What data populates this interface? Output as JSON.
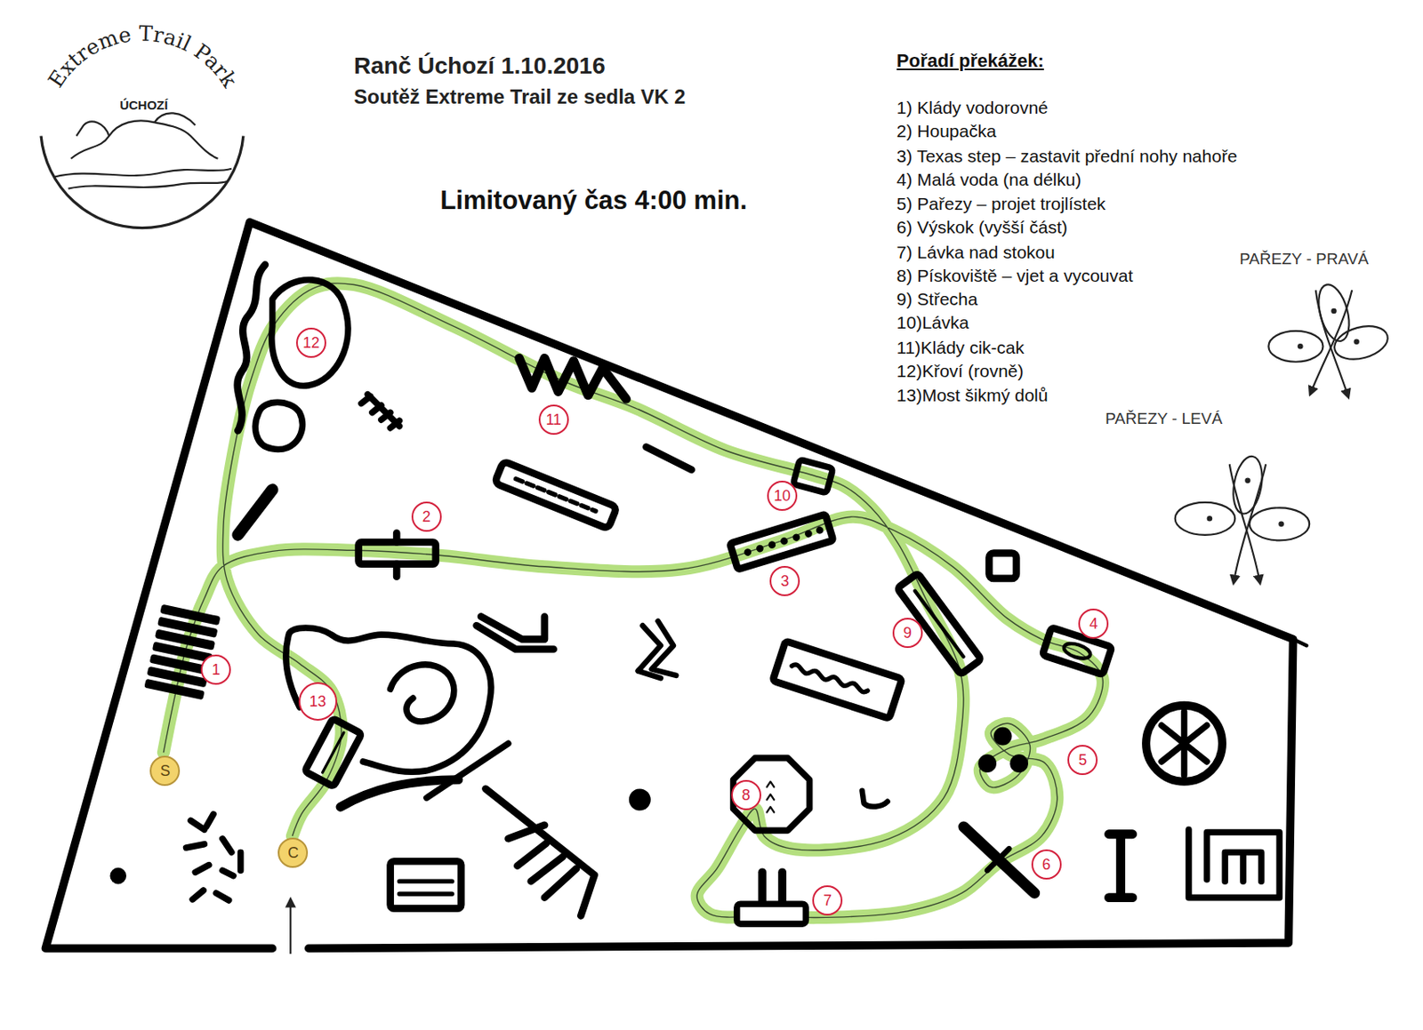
{
  "diagram": {
    "title": "Ranč Úchozí 1.10.2016",
    "nodes": [
      {
        "text": [
          "S"
        ]
      },
      {
        "text": [
          "1"
        ]
      },
      {
        "text": [
          "2"
        ]
      },
      {
        "text": [
          "3"
        ]
      },
      {
        "text": [
          "4"
        ]
      },
      {
        "text": [
          "5"
        ]
      },
      {
        "text": [
          "6"
        ]
      },
      {
        "text": [
          "7"
        ]
      },
      {
        "text": [
          "8"
        ]
      },
      {
        "text": [
          "9"
        ]
      },
      {
        "text": [
          "10"
        ]
      },
      {
        "text": [
          "11"
        ]
      },
      {
        "text": [
          "12"
        ]
      },
      {
        "text": [
          "13"
        ]
      },
      {
        "text": [
          "C"
        ]
      }
    ],
    "labels": [
      "Soutěž Extreme Trail ze sedla VK 2",
      "Limitovaný čas 4:00 min.",
      "Pořadí překážek:",
      "1) Klády vodorovné",
      "2) Houpačka",
      "3) Texas step – zastavit přední nohy nahoře",
      "4) Malá voda (na délku)",
      "5) Pařezy – projet trojlístek",
      "6) Výskok (vyšší část)",
      "7) Lávka nad stokou",
      "8) Pískoviště – vjet a vycouvat",
      "9) Střecha",
      "10)Lávka",
      "11)Klády cik-cak",
      "12)Křoví (rovně)",
      "13)Most šikmý dolů",
      "PAŘEZY - PRAVÁ",
      "PAŘEZY - LEVÁ",
      "Extreme Trail Park",
      "ÚCHOZÍ"
    ]
  }
}
